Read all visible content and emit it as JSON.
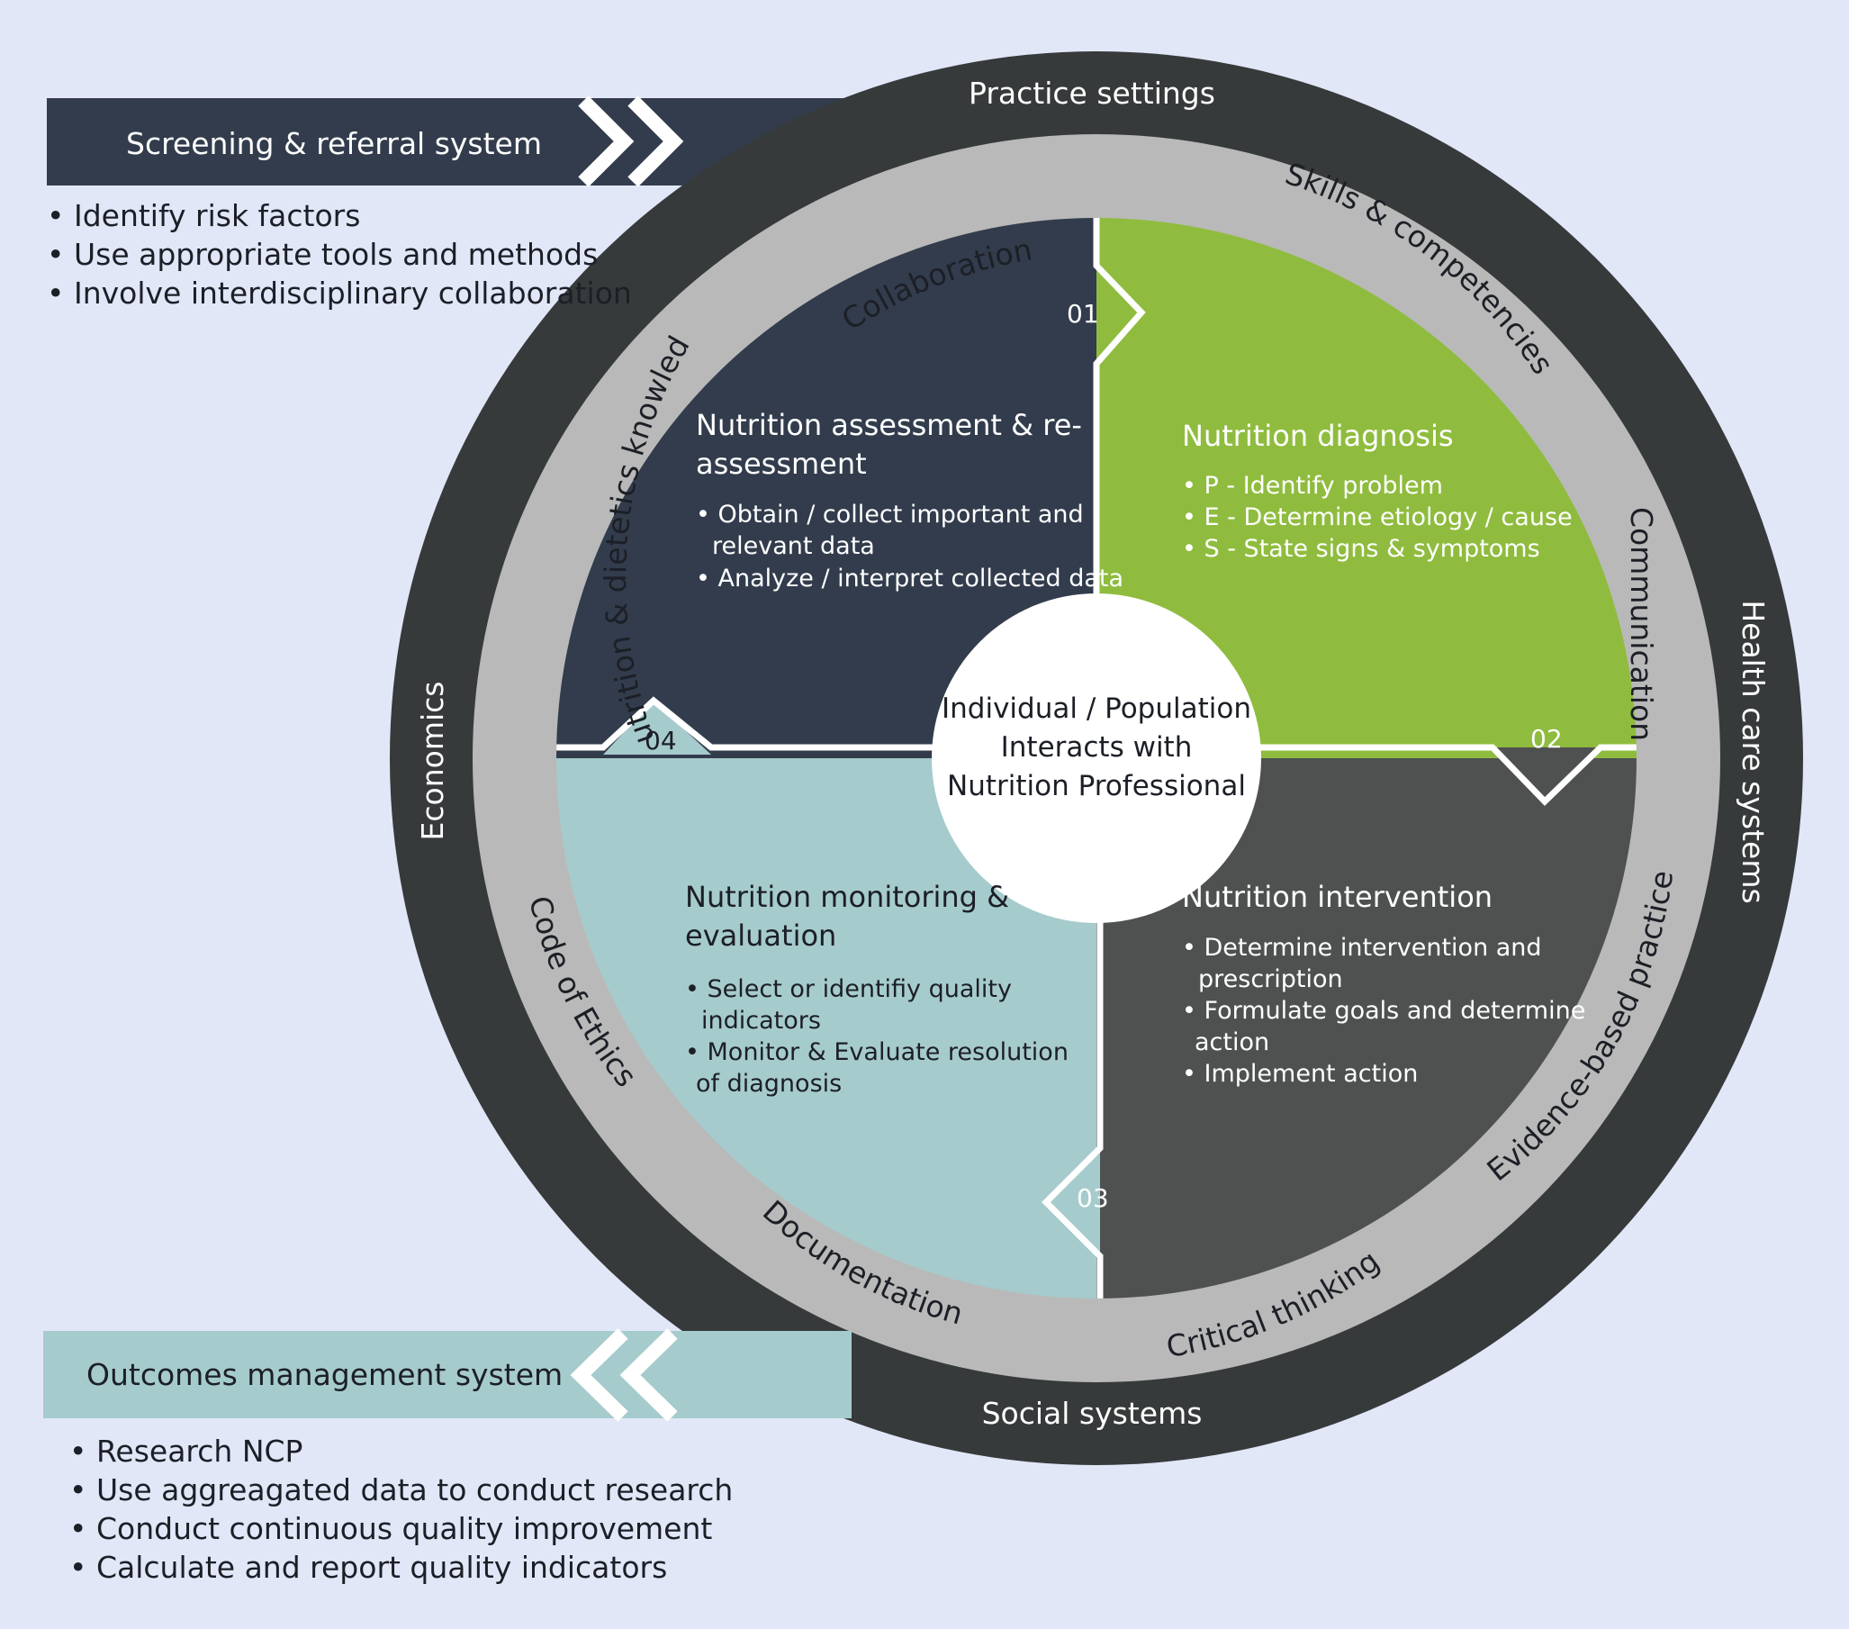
{
  "screening": {
    "title": "Screening & referral system",
    "items": [
      "Identify risk factors",
      "Use appropriate tools and methods",
      "Involve interdisciplinary collaboration"
    ]
  },
  "outcomes": {
    "title": "Outcomes management system",
    "items": [
      "Research NCP",
      "Use aggreagated data to conduct research",
      "Conduct continuous quality improvement",
      "Calculate and report quality indicators"
    ]
  },
  "outer_ring": {
    "top": "Practice settings",
    "right": "Health care systems",
    "bottom": "Social systems",
    "left": "Economics"
  },
  "middle_ring": {
    "collaboration": "Collaboration",
    "skills": "Skills & competencies",
    "communication": "Communication",
    "evidence": "Evidence-based practice",
    "critical": "Critical thinking",
    "documentation": "Documentation",
    "ethics": "Code of Ethics",
    "knowledge": "Nutrition & dietetics knowledge"
  },
  "center": {
    "line1": "Individual / Population",
    "line2": "Interacts with",
    "line3": "Nutrition Professional"
  },
  "quadrants": {
    "assessment": {
      "number": "01",
      "title_line1": "Nutrition assessment & re-",
      "title_line2": "assessment",
      "bullet1_line1": "Obtain / collect important and",
      "bullet1_line2": "relevant data",
      "bullet2": "Analyze / interpret collected data"
    },
    "diagnosis": {
      "number": "02",
      "title": "Nutrition diagnosis",
      "bullet1": "P - Identify problem",
      "bullet2": "E - Determine etiology / cause",
      "bullet3": "S - State signs & symptoms"
    },
    "intervention": {
      "number": "03",
      "title": "Nutrition intervention",
      "bullet1_line1": "Determine intervention and",
      "bullet1_line2": "prescription",
      "bullet2_line1": "Formulate goals and determine",
      "bullet2_line2": "action",
      "bullet3": "Implement action"
    },
    "monitoring": {
      "number": "04",
      "title_line1": "Nutrition monitoring &",
      "title_line2": "evaluation",
      "bullet1_line1": "Select or identifiy quality",
      "bullet1_line2": "indicators",
      "bullet2_line1": "Monitor & Evaluate resolution",
      "bullet2_line2": "of diagnosis"
    }
  },
  "colors": {
    "background": "#e2e7f8",
    "outer_ring": "#373a3b",
    "middle_ring": "#b9b9b9",
    "assessment": "#323c4c",
    "diagnosis": "#8fbc3e",
    "intervention": "#4f5151",
    "monitoring": "#a6cbcc",
    "screening_band": "#323c4c",
    "outcomes_band": "#a6cbcc"
  }
}
